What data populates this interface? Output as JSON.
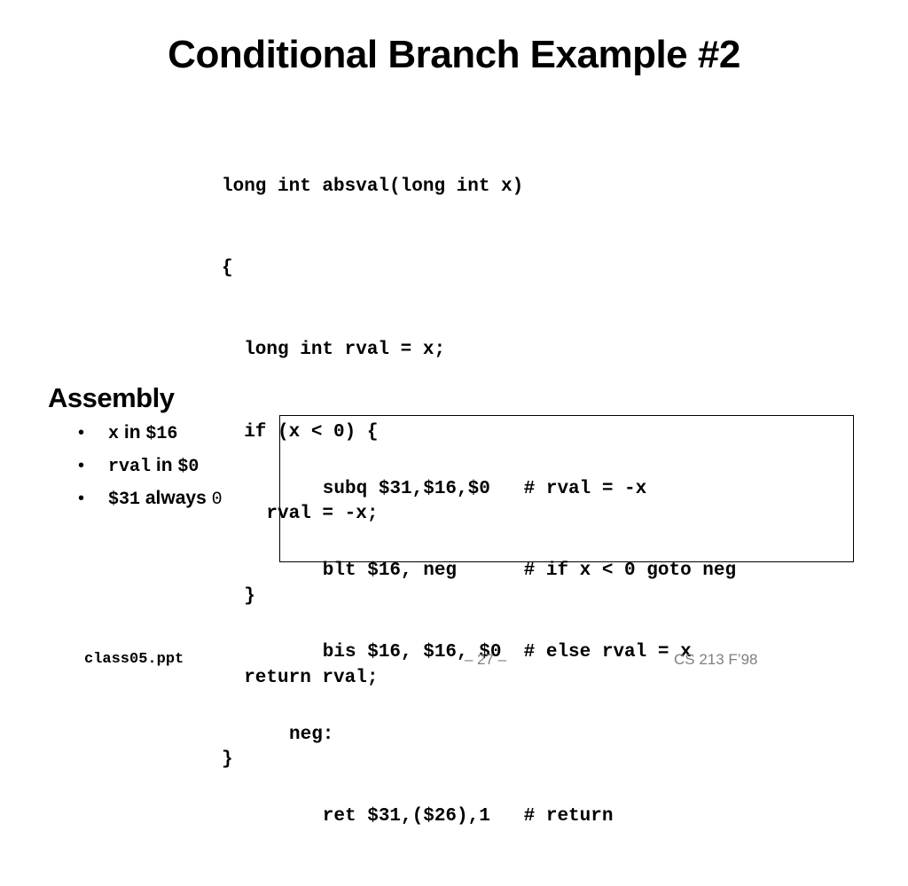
{
  "slide": {
    "title": "Conditional Branch Example #2"
  },
  "c_code": {
    "lines": [
      "long int absval(long int x)",
      "{",
      "  long int rval = x;",
      "  if (x < 0) {",
      "    rval = -x;",
      "  }",
      "  return rval;",
      "}"
    ]
  },
  "assembly": {
    "heading": "Assembly",
    "bullets": [
      {
        "code": "x",
        "text": "in",
        "value": "$16"
      },
      {
        "code": "rval",
        "text": "in",
        "value": "$0"
      },
      {
        "code": "$31",
        "text": "always",
        "value": "0"
      }
    ],
    "code_lines": [
      "   subq $31,$16,$0   # rval = -x",
      "   blt $16, neg      # if x < 0 goto neg",
      "   bis $16, $16, $0  # else rval = x",
      "neg:",
      "   ret $31,($26),1   # return"
    ]
  },
  "footer": {
    "left": "class05.ppt",
    "center": "– 27 –",
    "right": "CS 213 F’98"
  },
  "colors": {
    "text": "#000000",
    "footer_gray": "#7f7f7f",
    "background": "#ffffff"
  }
}
